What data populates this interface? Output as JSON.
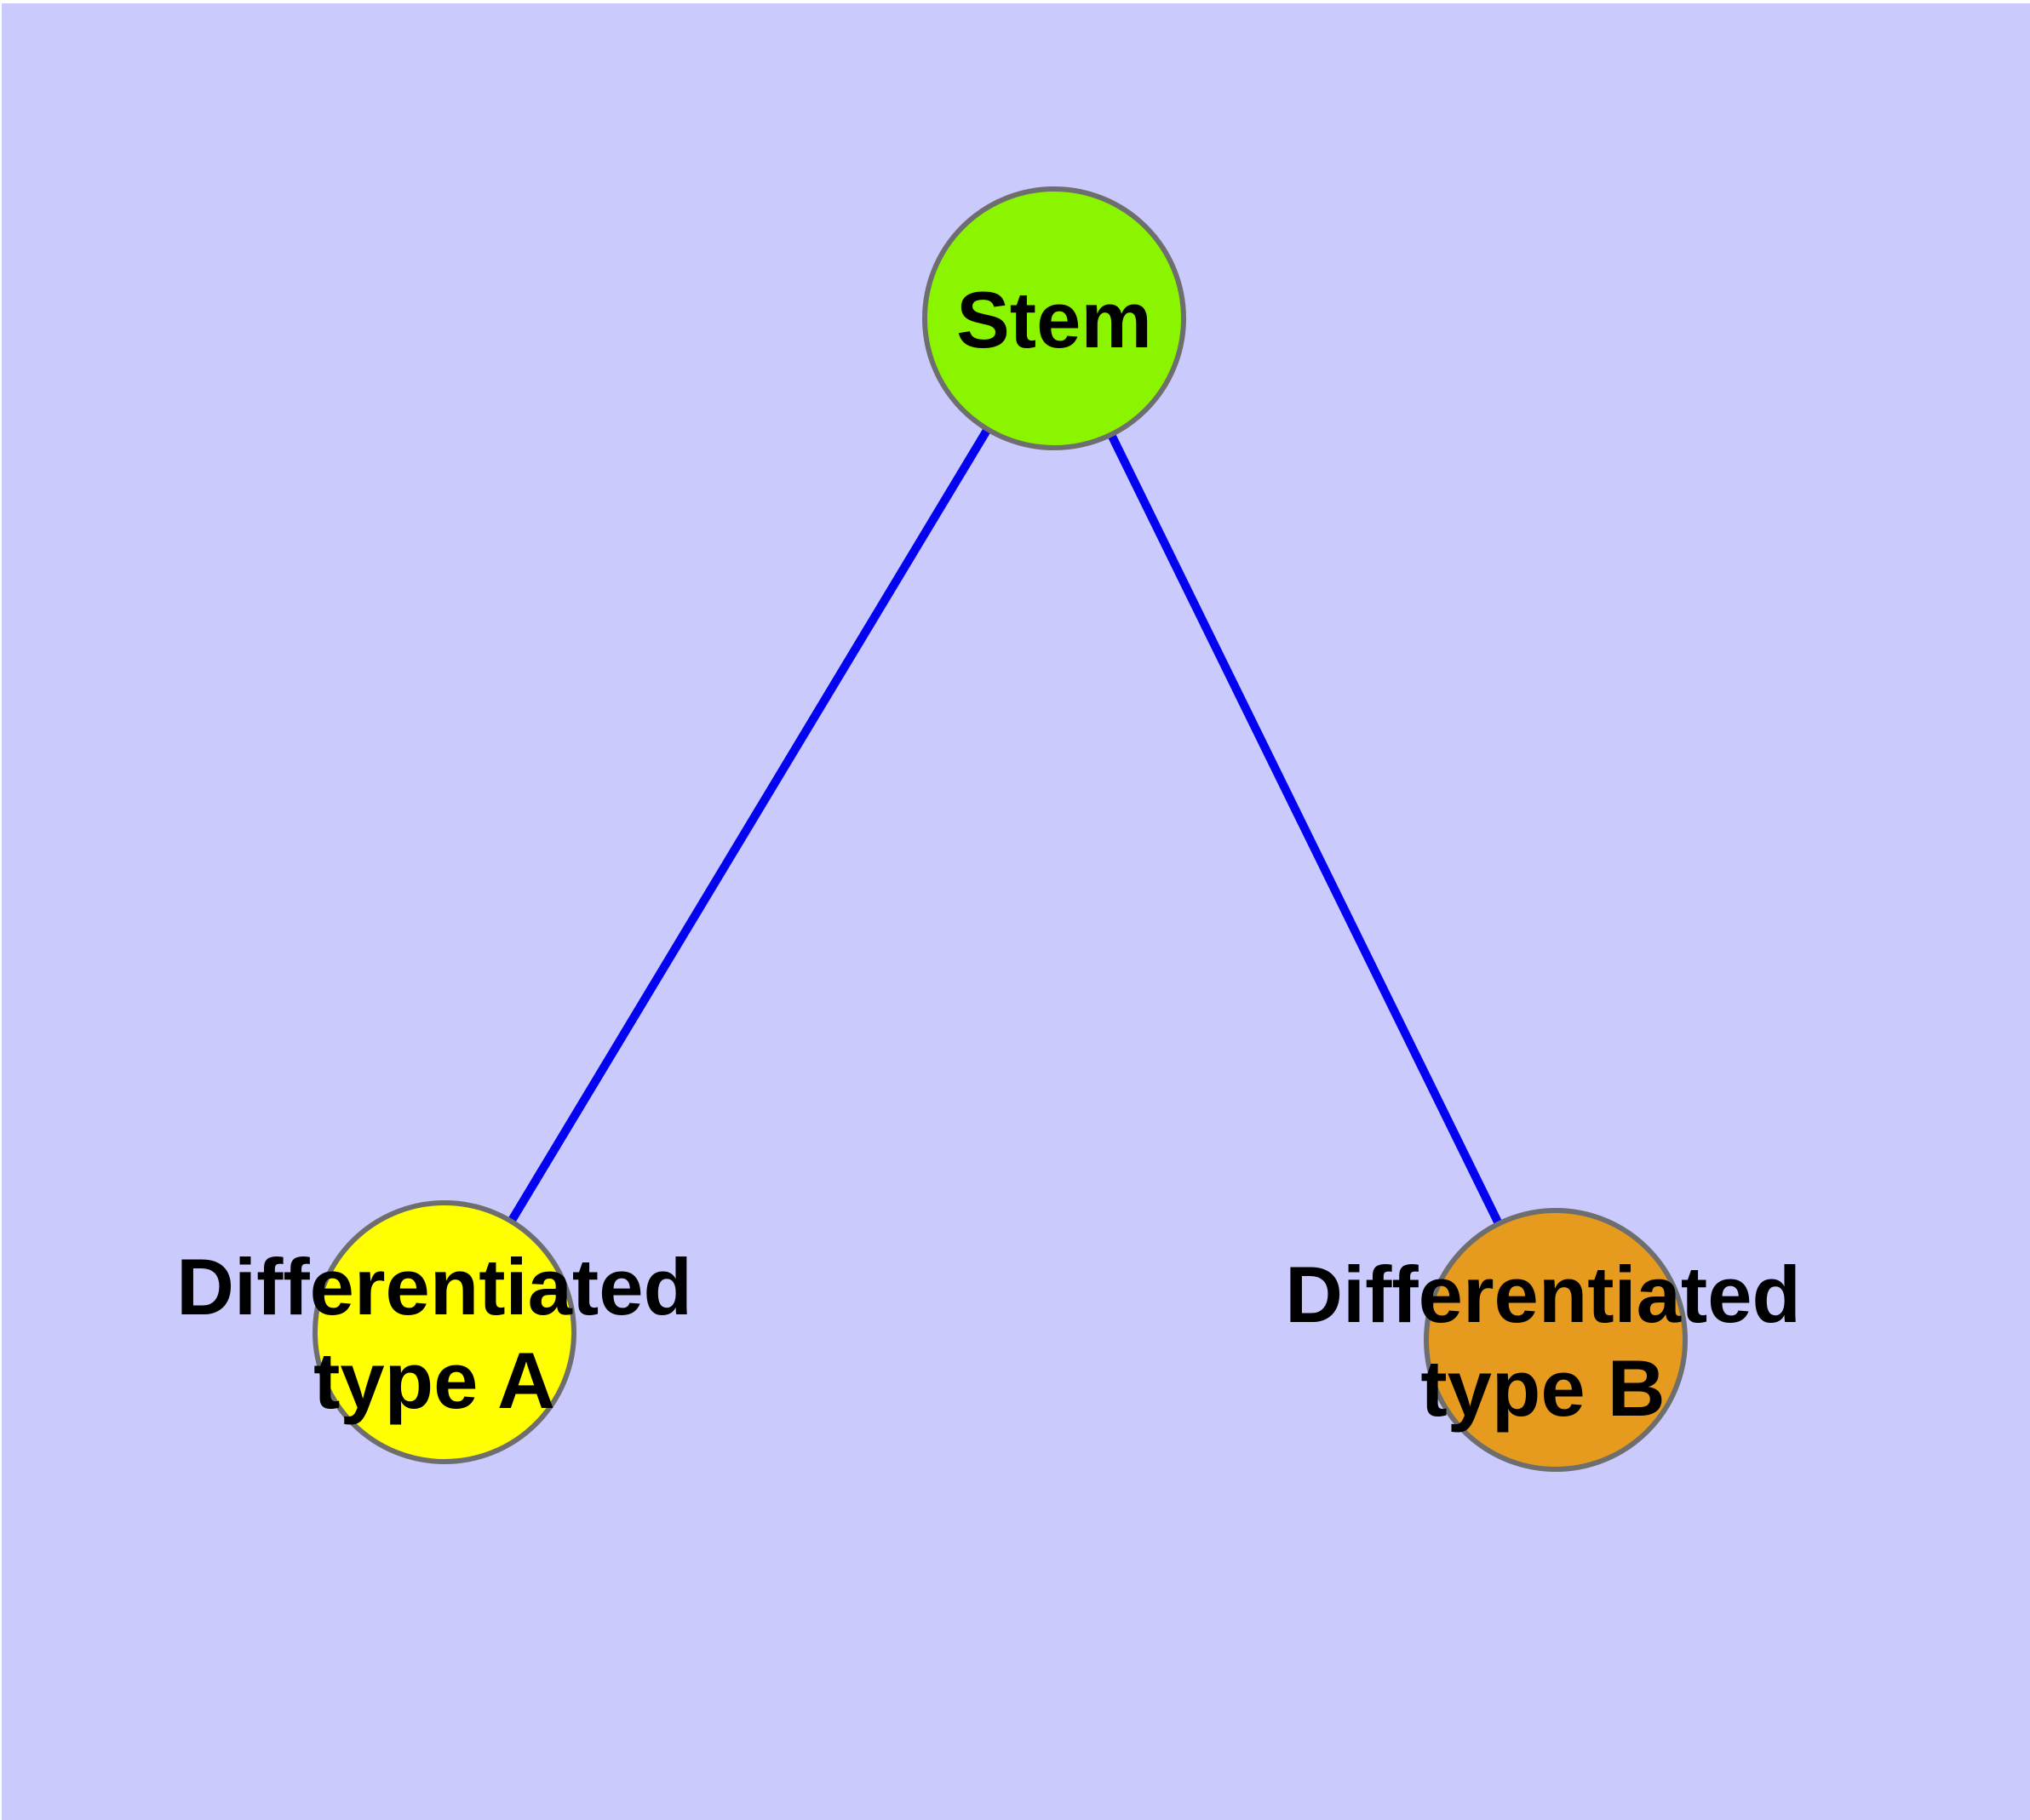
{
  "diagram": {
    "background_color": "#CACAFC",
    "top_margin_color": "#FFFFFF",
    "edge_color": "#0303F2",
    "node_border_color": "#6E6E6E",
    "label_color": "#000000"
  },
  "nodes": {
    "stem": {
      "label": "Stem",
      "fill": "#8BF500"
    },
    "type_a": {
      "label_line1": "Differentiated",
      "label_line2": "type A",
      "fill": "#FFFF00"
    },
    "type_b": {
      "label_line1": "Differentiated",
      "label_line2": "type B",
      "fill": "#E79B1E"
    }
  },
  "edges": [
    {
      "from": "Stem",
      "to": "Differentiated type A"
    },
    {
      "from": "Stem",
      "to": "Differentiated type B"
    }
  ]
}
